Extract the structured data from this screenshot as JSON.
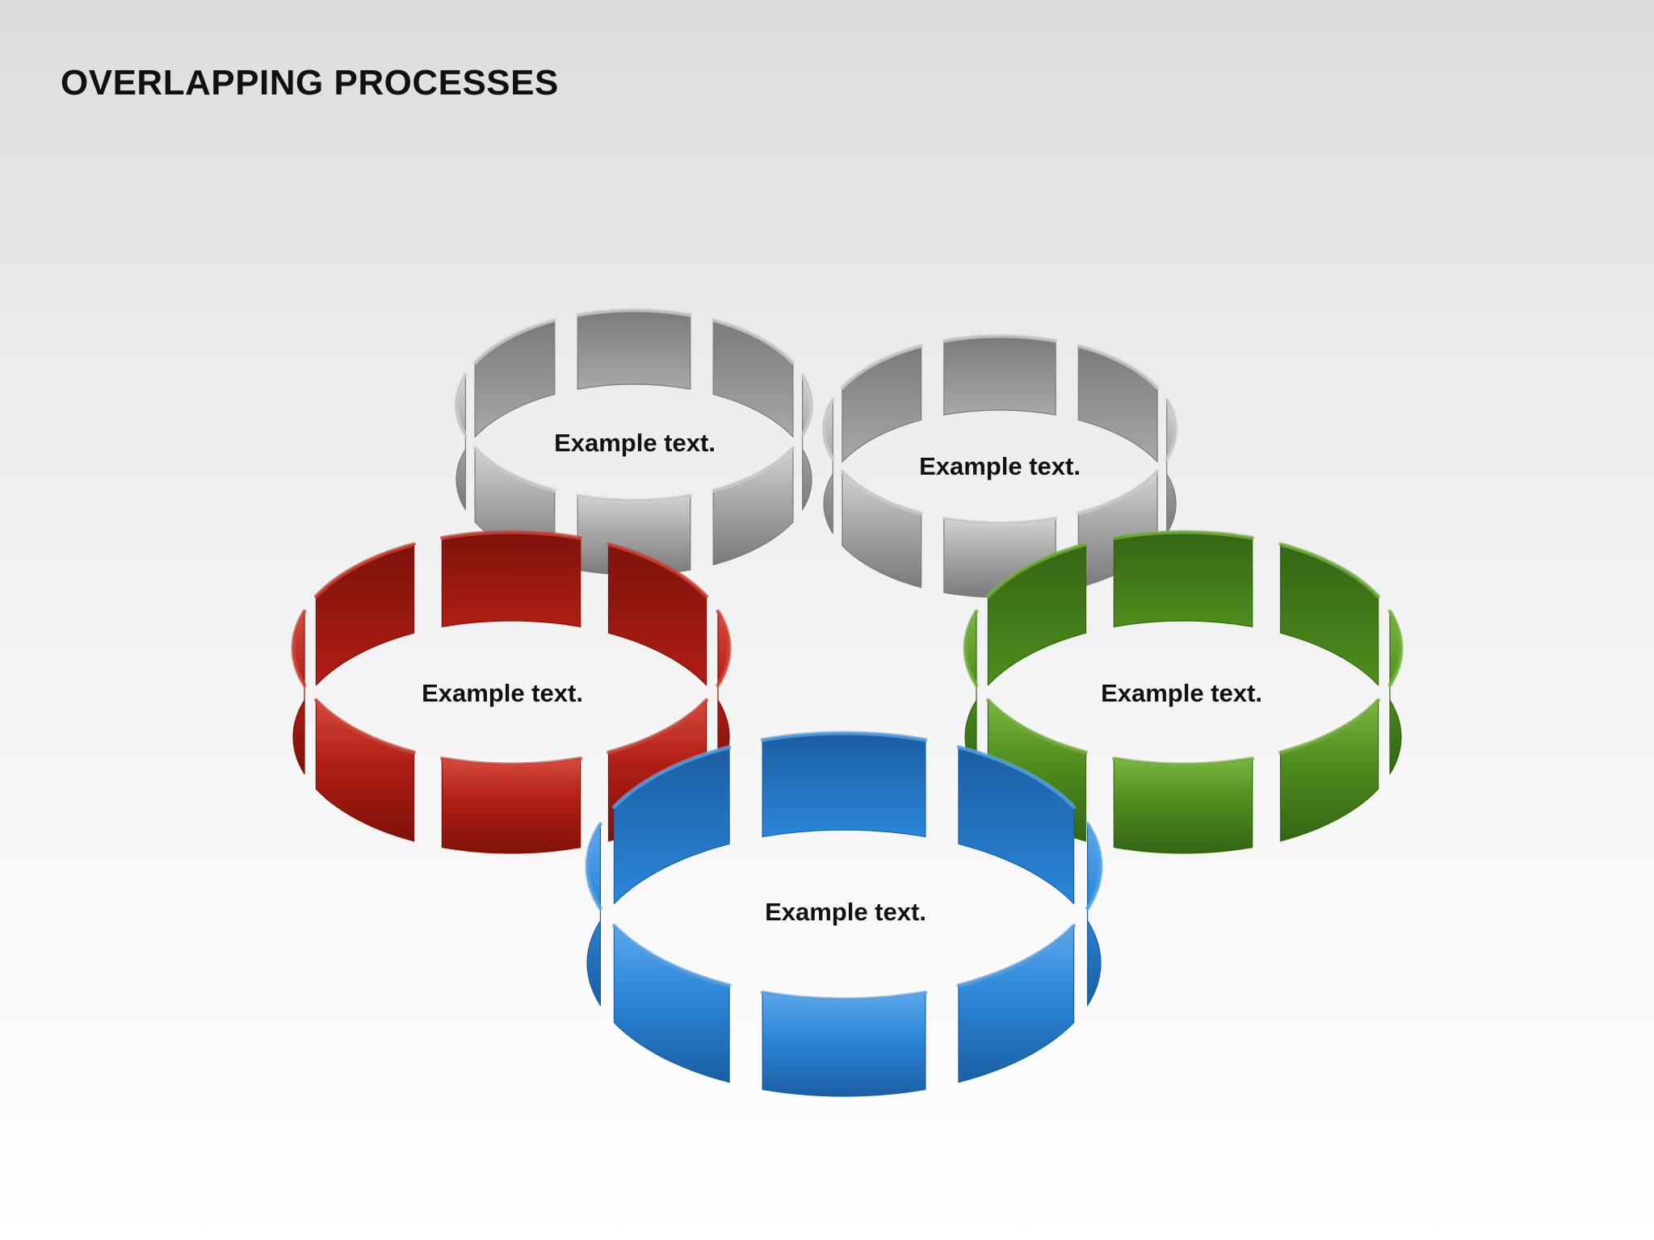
{
  "title": "OVERLAPPING PROCESSES",
  "rings": [
    {
      "id": "gray-top-left",
      "label": "Example text.",
      "color": "#a8a8a8",
      "dark": "#7a7a7a",
      "light": "#d2d2d2"
    },
    {
      "id": "gray-top-right",
      "label": "Example text.",
      "color": "#a8a8a8",
      "dark": "#7a7a7a",
      "light": "#d2d2d2"
    },
    {
      "id": "red",
      "label": "Example text.",
      "color": "#b01e14",
      "dark": "#7e120b",
      "light": "#d64a3c"
    },
    {
      "id": "green",
      "label": "Example text.",
      "color": "#4f8d1e",
      "dark": "#356515",
      "light": "#79b540"
    },
    {
      "id": "blue",
      "label": "Example text.",
      "color": "#2c86d8",
      "dark": "#1b5ea3",
      "light": "#5aa7ea"
    }
  ]
}
